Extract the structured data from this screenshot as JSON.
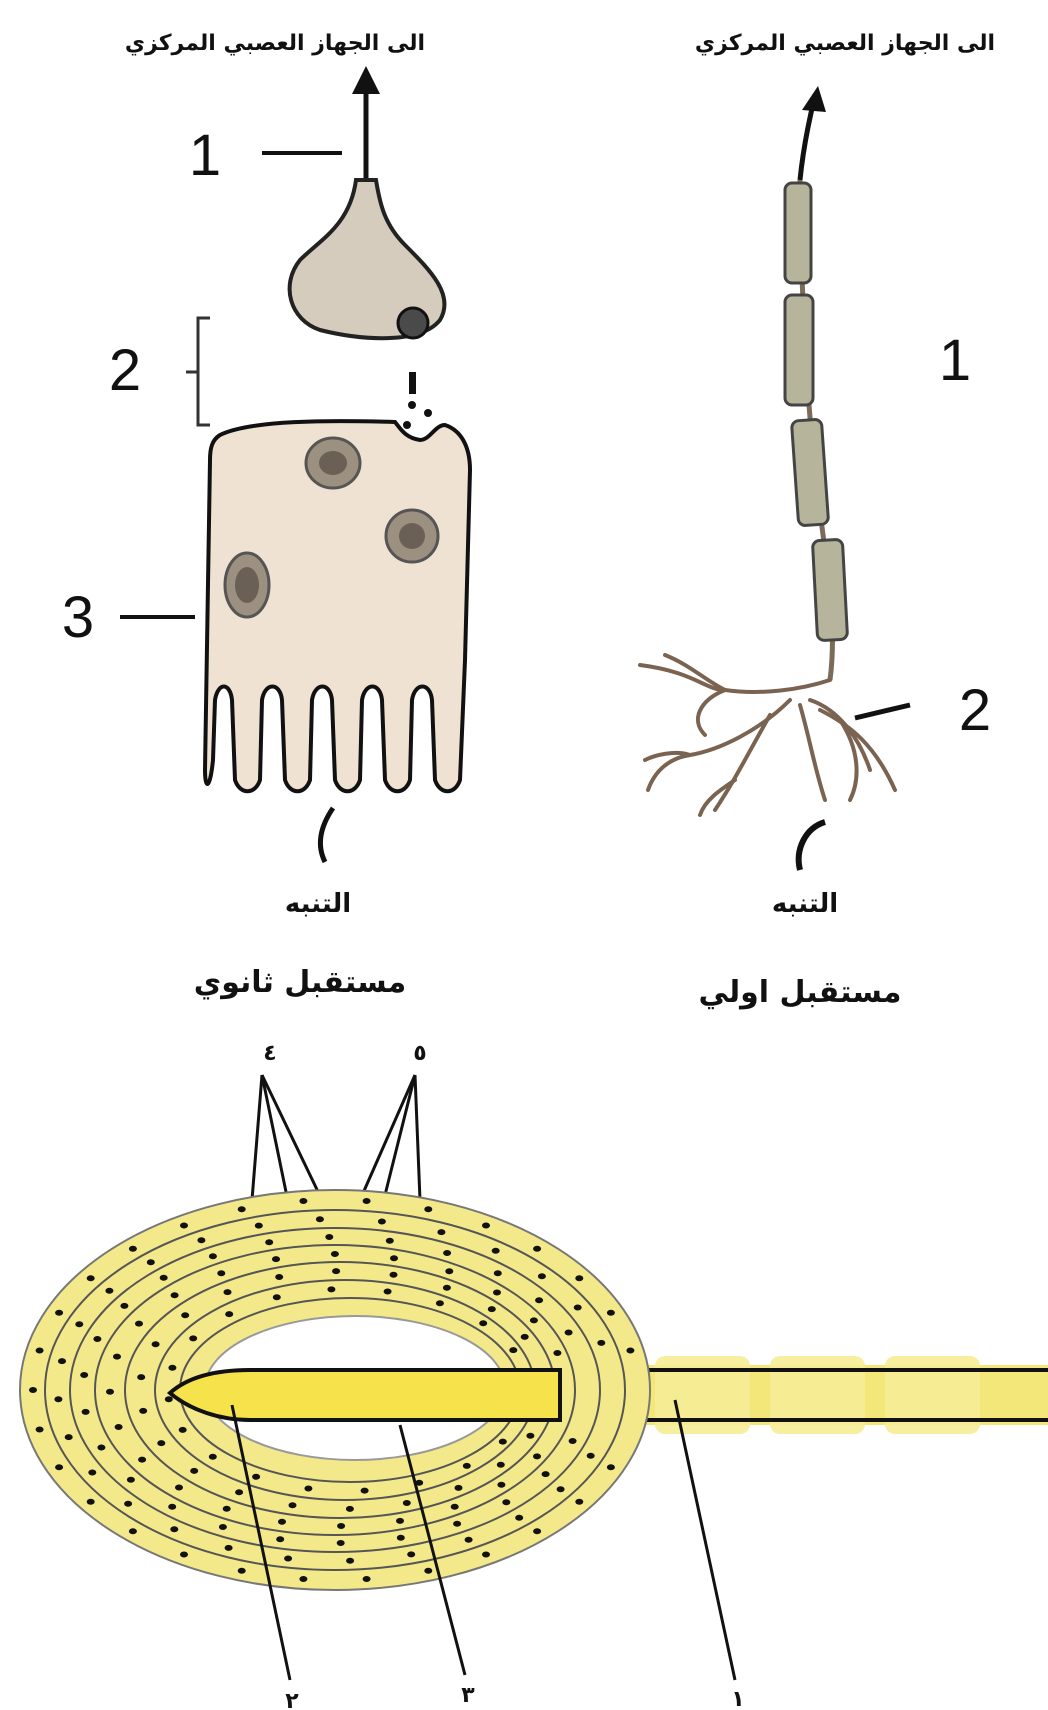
{
  "secondary": {
    "top_label": "الى الجهاز العصبي المركزي",
    "caption": "مستقبل ثانوي",
    "stimulus": "التنبه",
    "label_1": "1",
    "label_2": "2",
    "label_3": "3"
  },
  "primary": {
    "top_label": "الى الجهاز العصبي المركزي",
    "caption": "مستقبل اولي",
    "stimulus": "التنبه",
    "label_1": "1",
    "label_2": "2"
  },
  "corpuscle": {
    "label_top_left": "٤",
    "label_top_right": "٥",
    "label_bottom_left": "٢",
    "label_bottom_mid": "٣",
    "label_bottom_right": "١"
  },
  "colors": {
    "cell_fill": "#efe2d2",
    "neuron_fill": "#d6ccbd",
    "myelin_fill": "#b7b49c",
    "corpuscle_fill": "#f4e98a",
    "fiber_fill": "#f6e24a",
    "ink": "#111111"
  }
}
